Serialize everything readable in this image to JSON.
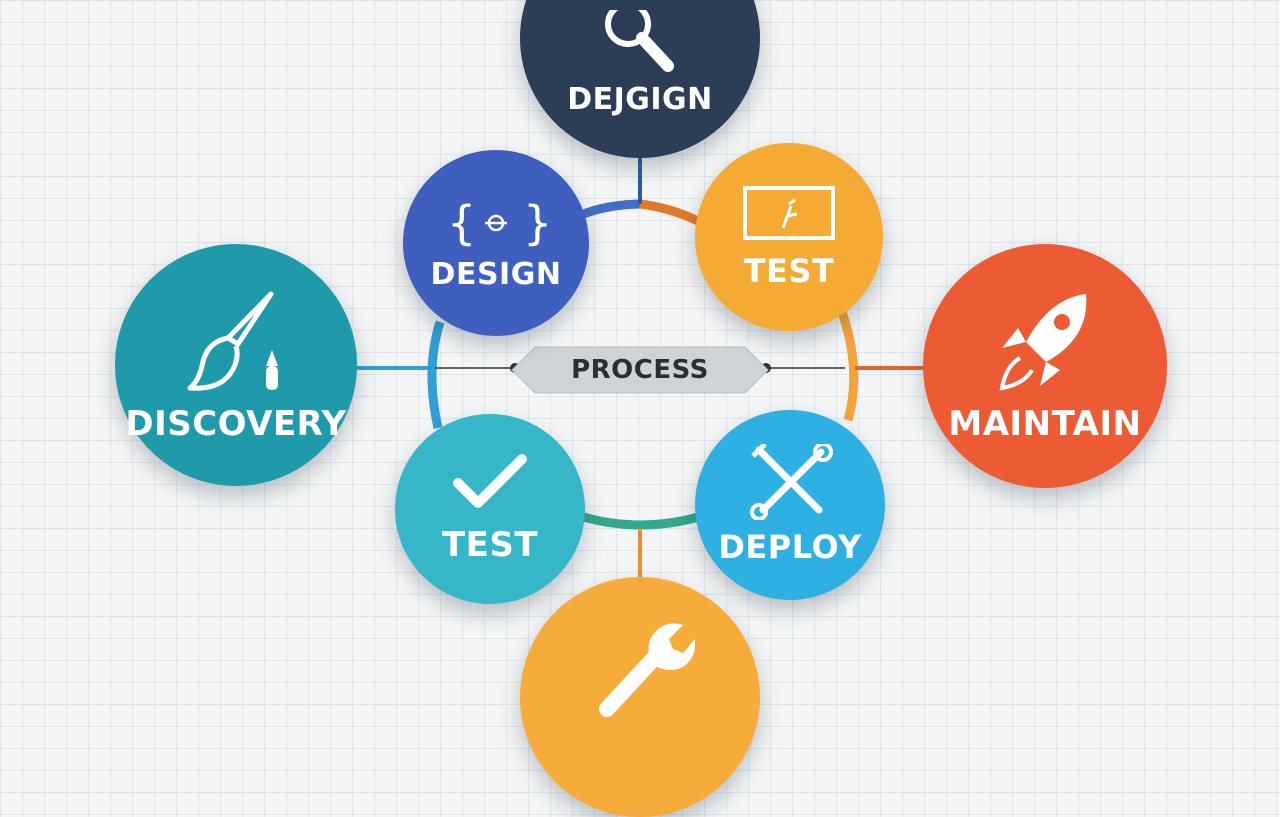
{
  "center": {
    "label": "PROCESS"
  },
  "nodes": {
    "top": {
      "label": "DEJGIGN",
      "icon": "magnifier-icon",
      "color": "#2c3e57"
    },
    "design": {
      "label": "DESIGN",
      "icon": "code-braces-icon",
      "color": "#3f5fbf"
    },
    "test_top": {
      "label": "TEST",
      "icon": "monitor-icon",
      "color": "#f5ab33"
    },
    "discovery": {
      "label": "DISCOVERY",
      "icon": "paintbrush-icon",
      "color": "#1f9aaa"
    },
    "maintain": {
      "label": "MAINTAIN",
      "icon": "rocket-icon",
      "color": "#ec5b34"
    },
    "test_bottom": {
      "label": "TEST",
      "icon": "checkmark-icon",
      "color": "#36b6c9"
    },
    "deploy": {
      "label": "DEPLOY",
      "icon": "tools-icon",
      "color": "#2fb0e3"
    },
    "bottom": {
      "label": "",
      "icon": "wrench-icon",
      "color": "#f6ac3b"
    }
  }
}
